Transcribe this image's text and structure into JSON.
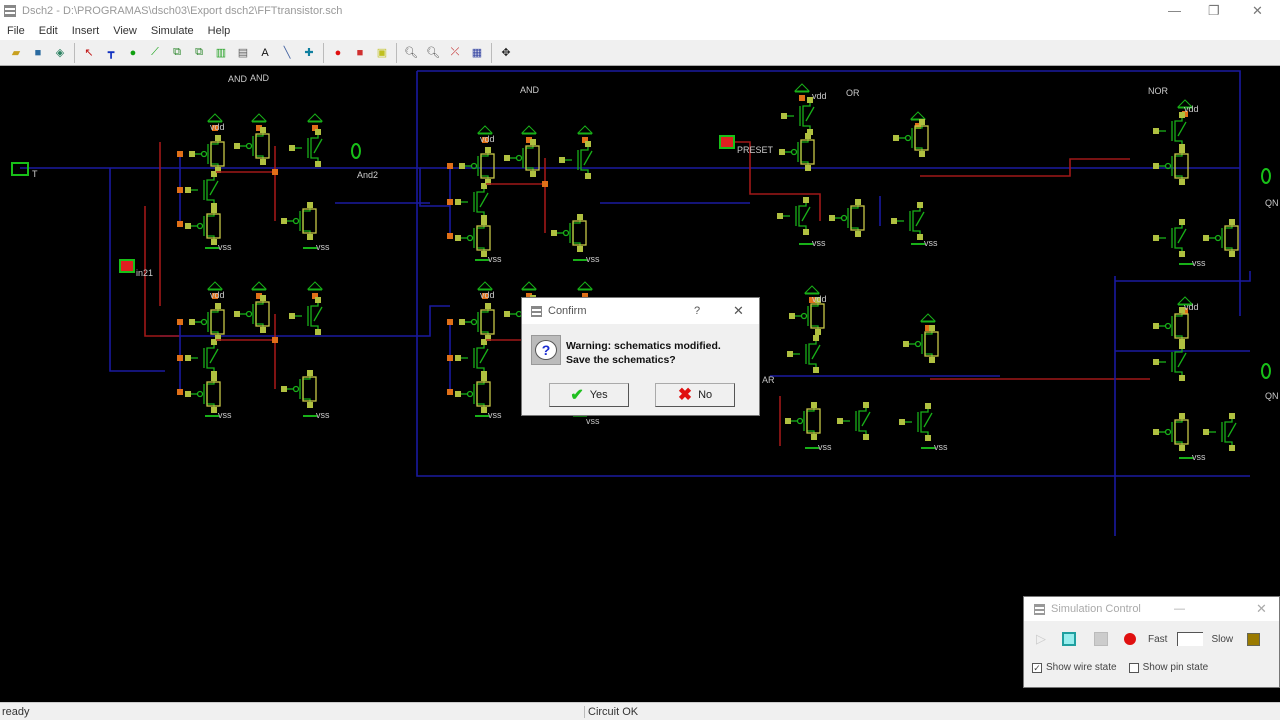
{
  "window": {
    "title": "Dsch2 - D:\\PROGRAMAS\\dsch03\\Export dsch2\\FFTtransistor.sch",
    "minimize": "—",
    "maximize": "❐",
    "close": "✕"
  },
  "menu": [
    "File",
    "Edit",
    "Insert",
    "View",
    "Simulate",
    "Help"
  ],
  "toolbar": [
    {
      "name": "open-icon",
      "glyph": "▰",
      "color": "#c8a020"
    },
    {
      "name": "save-icon",
      "glyph": "■",
      "color": "#2a6aa0"
    },
    {
      "name": "export-icon",
      "glyph": "◈",
      "color": "#2a8060"
    },
    {
      "sep": true
    },
    {
      "name": "select-icon",
      "glyph": "↖",
      "color": "#c01010"
    },
    {
      "name": "pmos-icon",
      "glyph": "┳",
      "color": "#1030c0"
    },
    {
      "name": "nmos-icon",
      "glyph": "●",
      "color": "#10a010"
    },
    {
      "name": "connect-icon",
      "glyph": "⟋",
      "color": "#10a010"
    },
    {
      "name": "copy-icon",
      "glyph": "⧉",
      "color": "#208020"
    },
    {
      "name": "move-icon",
      "glyph": "⧉",
      "color": "#208020"
    },
    {
      "name": "symbol-icon",
      "glyph": "▥",
      "color": "#20a020"
    },
    {
      "name": "delete-icon",
      "glyph": "▤",
      "color": "#606060"
    },
    {
      "name": "text-icon",
      "glyph": "A",
      "color": "#111"
    },
    {
      "name": "line-icon",
      "glyph": "╲",
      "color": "#4060a0"
    },
    {
      "name": "node-icon",
      "glyph": "✚",
      "color": "#1080a0"
    },
    {
      "sep": true
    },
    {
      "name": "record-icon",
      "glyph": "●",
      "color": "#e01010"
    },
    {
      "name": "stop-icon",
      "glyph": "■",
      "color": "#d03030"
    },
    {
      "name": "timing-icon",
      "glyph": "▣",
      "color": "#c0c020"
    },
    {
      "sep": true
    },
    {
      "name": "zoom-in-icon",
      "glyph": "🔍︎",
      "color": "#555"
    },
    {
      "name": "zoom-out-icon",
      "glyph": "🔍︎",
      "color": "#555"
    },
    {
      "name": "route-icon",
      "glyph": "⤫",
      "color": "#c02020"
    },
    {
      "name": "grid-icon",
      "glyph": "▦",
      "color": "#3040a0"
    },
    {
      "sep": true
    },
    {
      "name": "pan-icon",
      "glyph": "✥",
      "color": "#222"
    }
  ],
  "labels": {
    "and1": "AND",
    "and2": "AND",
    "or": "OR",
    "nor": "NOR",
    "vdd": "vdd",
    "vss": "vss",
    "t": "T",
    "in21": "in21",
    "and2out": "And2",
    "preset": "PRESET",
    "ar": "AR",
    "qn": "QN",
    "q": "QN"
  },
  "dialog": {
    "title": "Confirm",
    "help": "?",
    "close": "✕",
    "line1": "Warning: schematics modified.",
    "line2": "Save the schematics?",
    "yes": "Yes",
    "no": "No"
  },
  "sim": {
    "title": "Simulation Control",
    "minimize": "—",
    "close": "✕",
    "fast": "Fast",
    "slow": "Slow",
    "wire_state": "Show wire state",
    "pin_state": "Show pin state",
    "wire_checked": true,
    "pin_checked": false
  },
  "status": {
    "left": "ready",
    "right": "Circuit OK"
  },
  "colors": {
    "wire": "#1a1aa0",
    "red": "#a01818",
    "device": "#18b018",
    "pin": "#e07018"
  }
}
